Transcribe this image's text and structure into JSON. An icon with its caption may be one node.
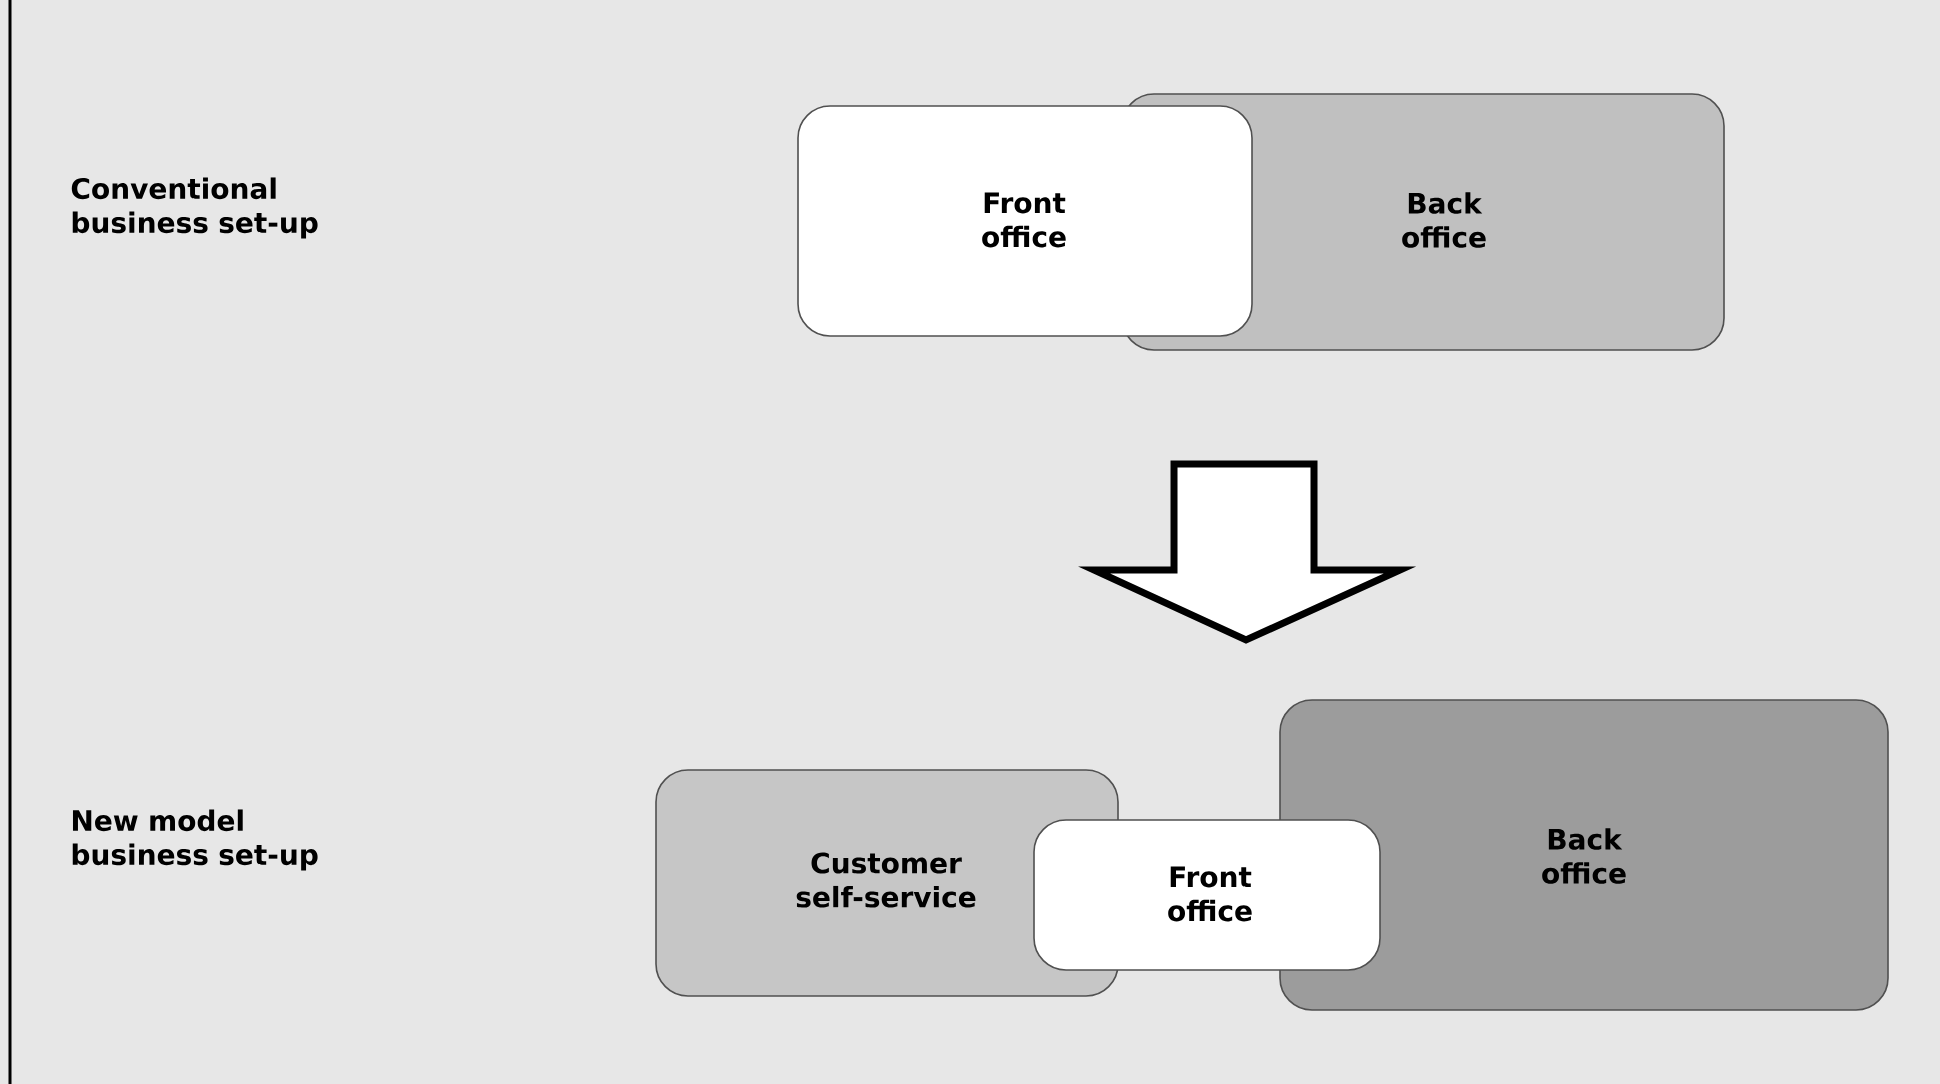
{
  "diagram": {
    "nodes": [
      {
        "text": [
          "Front office"
        ]
      },
      {
        "text": [
          "Back office"
        ]
      },
      {
        "text": [
          "Customer self-service"
        ]
      },
      {
        "text": [
          "Front office"
        ]
      },
      {
        "text": [
          "Back office"
        ]
      }
    ],
    "labels": [
      "Conventional business set-up",
      "New model business set-up"
    ]
  }
}
